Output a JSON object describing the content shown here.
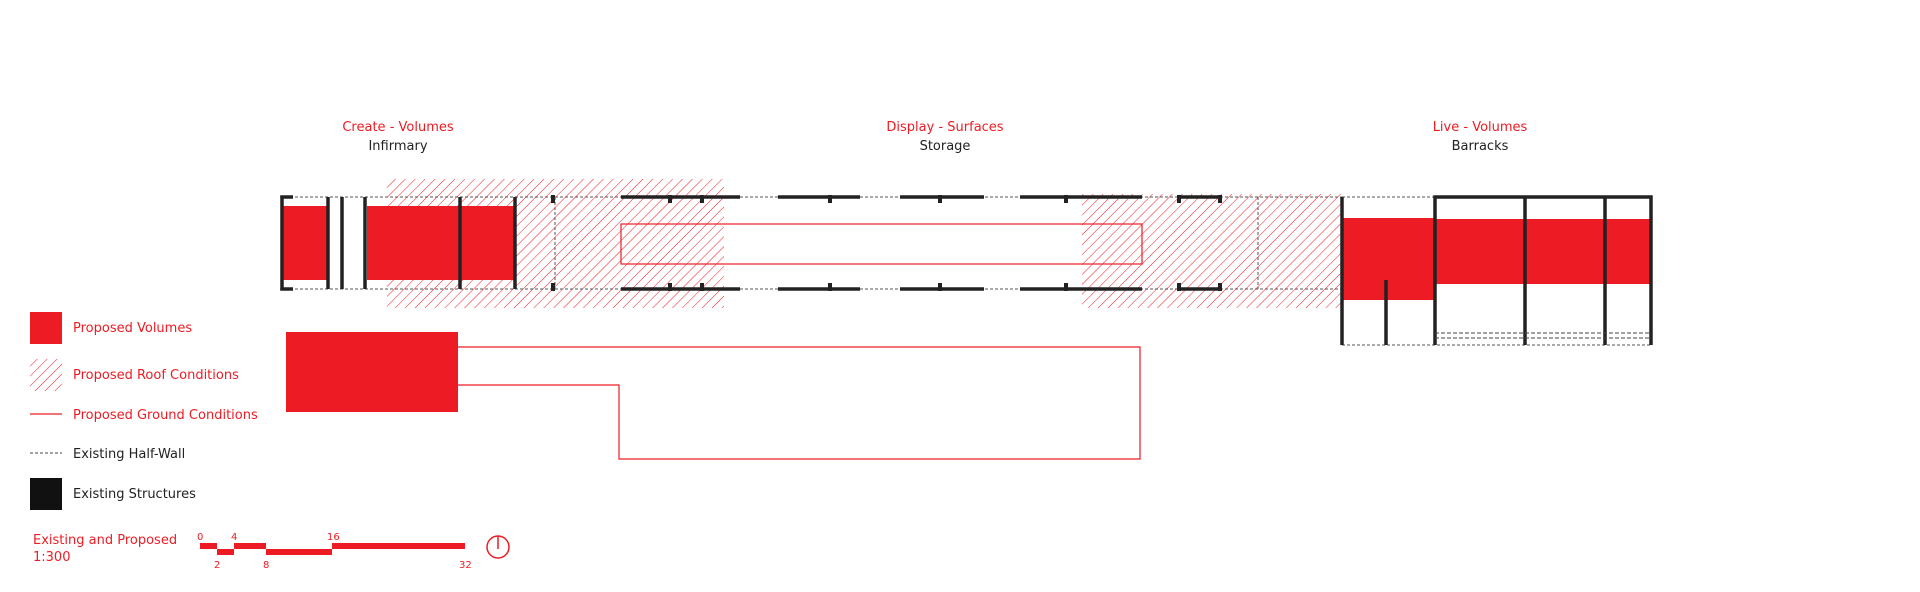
{
  "zones": [
    {
      "title": "Create - Volumes",
      "subtitle": "Infirmary"
    },
    {
      "title": "Display - Surfaces",
      "subtitle": "Storage"
    },
    {
      "title": "Live - Volumes",
      "subtitle": "Barracks"
    }
  ],
  "legend": [
    {
      "label": "Proposed Volumes"
    },
    {
      "label": "Proposed Roof Conditions"
    },
    {
      "label": "Proposed Ground Conditions"
    },
    {
      "label": "Existing Half-Wall"
    },
    {
      "label": "Existing Structures"
    }
  ],
  "scale_bar": {
    "title": "Existing and Proposed",
    "ratio": "1:300",
    "ticks_top": [
      "0",
      "4",
      "16"
    ],
    "ticks_bottom": [
      "2",
      "8",
      "32"
    ]
  },
  "colors": {
    "proposed": "#ed1c24",
    "existing": "#222222"
  },
  "icons": {
    "north_arrow": "north-arrow-icon"
  }
}
